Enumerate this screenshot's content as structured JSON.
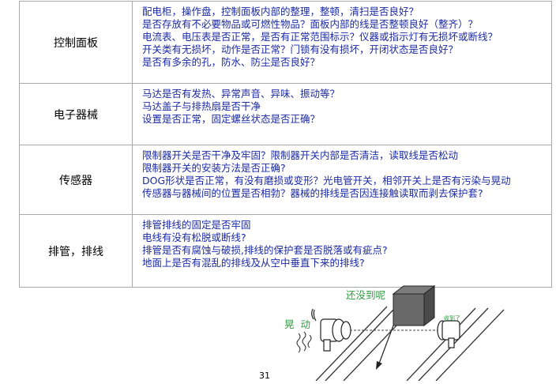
{
  "table": {
    "rows": [
      {
        "category": "控制面板",
        "items": [
          "配电柜，操作盘，控制面板内部的整理，整顿，清扫是否良好？",
          "是否存放有不必要物品或可燃性物品？面板内部的线是否整顿良好（整齐）？",
          "电流表、电压表是否正常，是否有正常范围标示？仪器或指示灯有无损坏或断线？",
          "开关类有无损坏，动作是否正常？门锁有没有损坏，开闭状态是否良好？",
          "是否有多余的孔，防水、防尘是否良好？"
        ]
      },
      {
        "category": "电子器械",
        "items": [
          "马达是否有发热、异常声音、异味、振动等？",
          "马达盖子与排热扇是否干净",
          "设置是否正常，固定螺丝状态是否正确？"
        ]
      },
      {
        "category": "传感器",
        "items": [
          "限制器开关是否干净及牢固？限制器开关内部是否清洁，读取线是否松动",
          "限制器开关的安装方法是否正确?",
          "DOG形状是否正常，有没有磨损或变形？光电管开关，相邻开关上是否有污染与晃动",
          "传感器与器械间的位置是否相勃？器械的排线是否因连接触读取而剥去保护套?"
        ]
      },
      {
        "category": "排管，排线",
        "items": [
          "排管排线的固定是否牢固",
          "电线有没有松脱或断线?",
          "排管是否有腐蚀与破损,排线的保护套是否脱落或有疵点?",
          "地面上是否有混乱的排线及从空中垂直下来的排线?"
        ]
      }
    ]
  },
  "illustration": {
    "label_not_arrived": "还没到呢",
    "label_shaking": "晃  动",
    "label_small": "收到了",
    "label_color": "#2e9a3e"
  },
  "page_number": "31"
}
